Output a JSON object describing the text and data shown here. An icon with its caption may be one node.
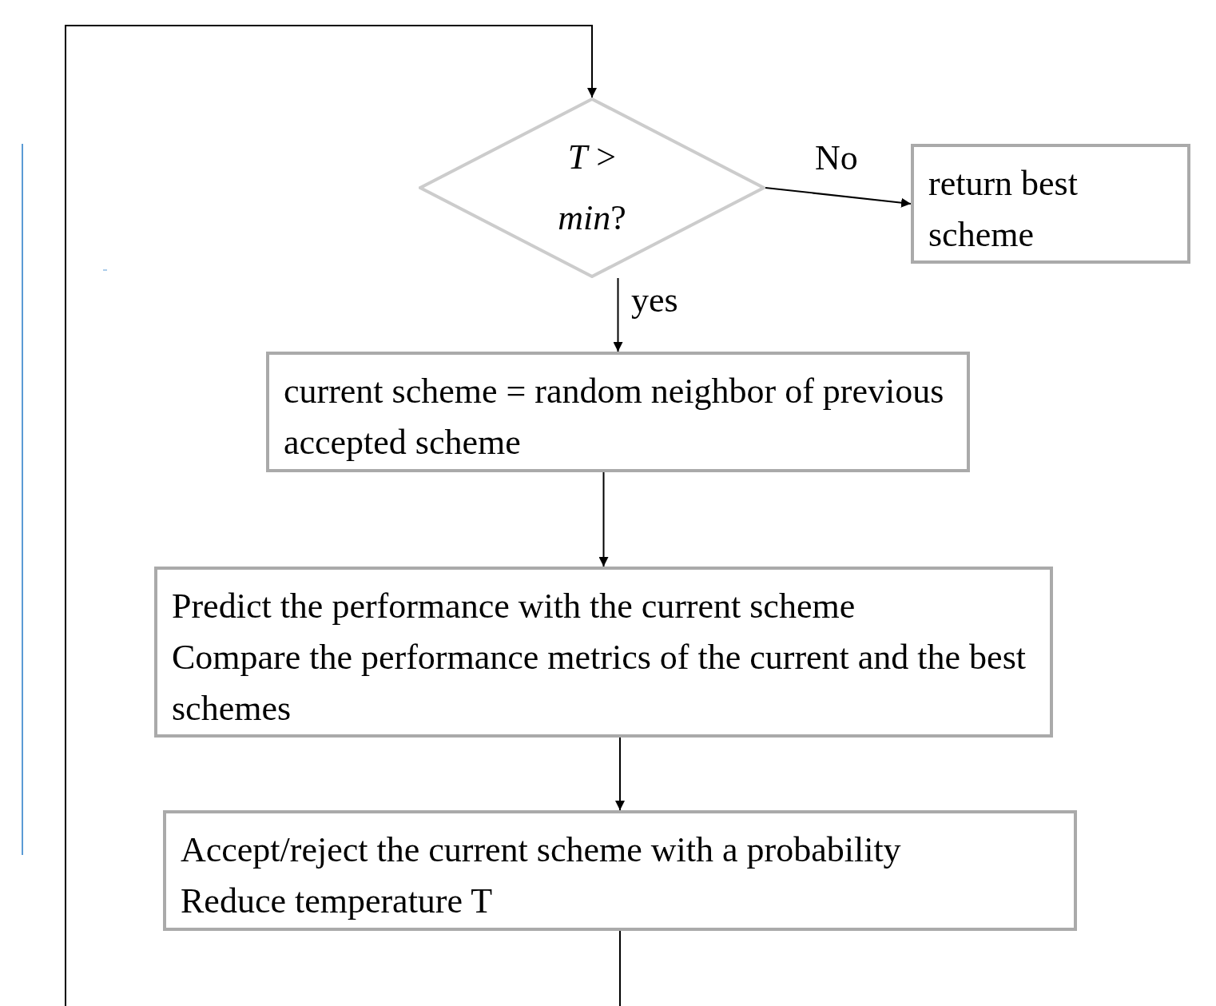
{
  "diagram": {
    "nodes": [
      {
        "text": [
          "*T* > *min*?"
        ]
      },
      {
        "text": [
          "return best scheme"
        ]
      },
      {
        "text": [
          "current scheme = random neighbor of previous accepted scheme"
        ]
      },
      {
        "text": [
          "Predict the performance with the current scheme",
          "Compare the performance metrics of the current and the best schemes"
        ]
      },
      {
        "text": [
          "Accept/reject the current scheme with a probability",
          "Reduce temperature T"
        ]
      }
    ],
    "edges": [
      {
        "from": 0,
        "to": 1,
        "arrow": "to",
        "label": "No"
      },
      {
        "from": 0,
        "to": 2,
        "arrow": "to",
        "label": "yes"
      },
      {
        "from": 2,
        "to": 3,
        "arrow": "to"
      },
      {
        "from": 3,
        "to": 4,
        "arrow": "to"
      },
      {
        "from": 4,
        "to": 0,
        "arrow": "to"
      }
    ]
  }
}
